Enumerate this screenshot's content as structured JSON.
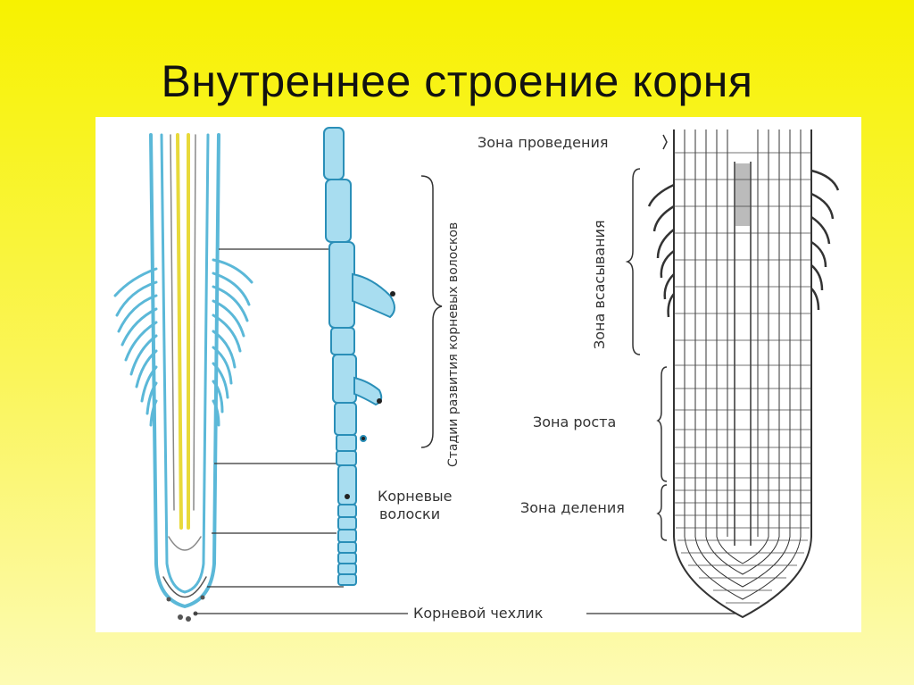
{
  "slide": {
    "title": "Внутреннее строение корня"
  },
  "diagram": {
    "labels": {
      "conduction_zone": "Зона проведения",
      "absorption_zone": "Зона всасывания",
      "growth_zone": "Зона роста",
      "division_zone": "Зона деления",
      "root_hairs": [
        "Корневые",
        "волоски"
      ],
      "root_cap": "Корневой чехлик",
      "hair_stages": "Стадии развития корневых волосков"
    },
    "colors": {
      "background_top": "#f7f200",
      "figure_background": "#ffffff",
      "root_outline_blue": "#5bb8d8",
      "vascular_yellow": "#e8d93a",
      "ink": "#333333"
    }
  }
}
